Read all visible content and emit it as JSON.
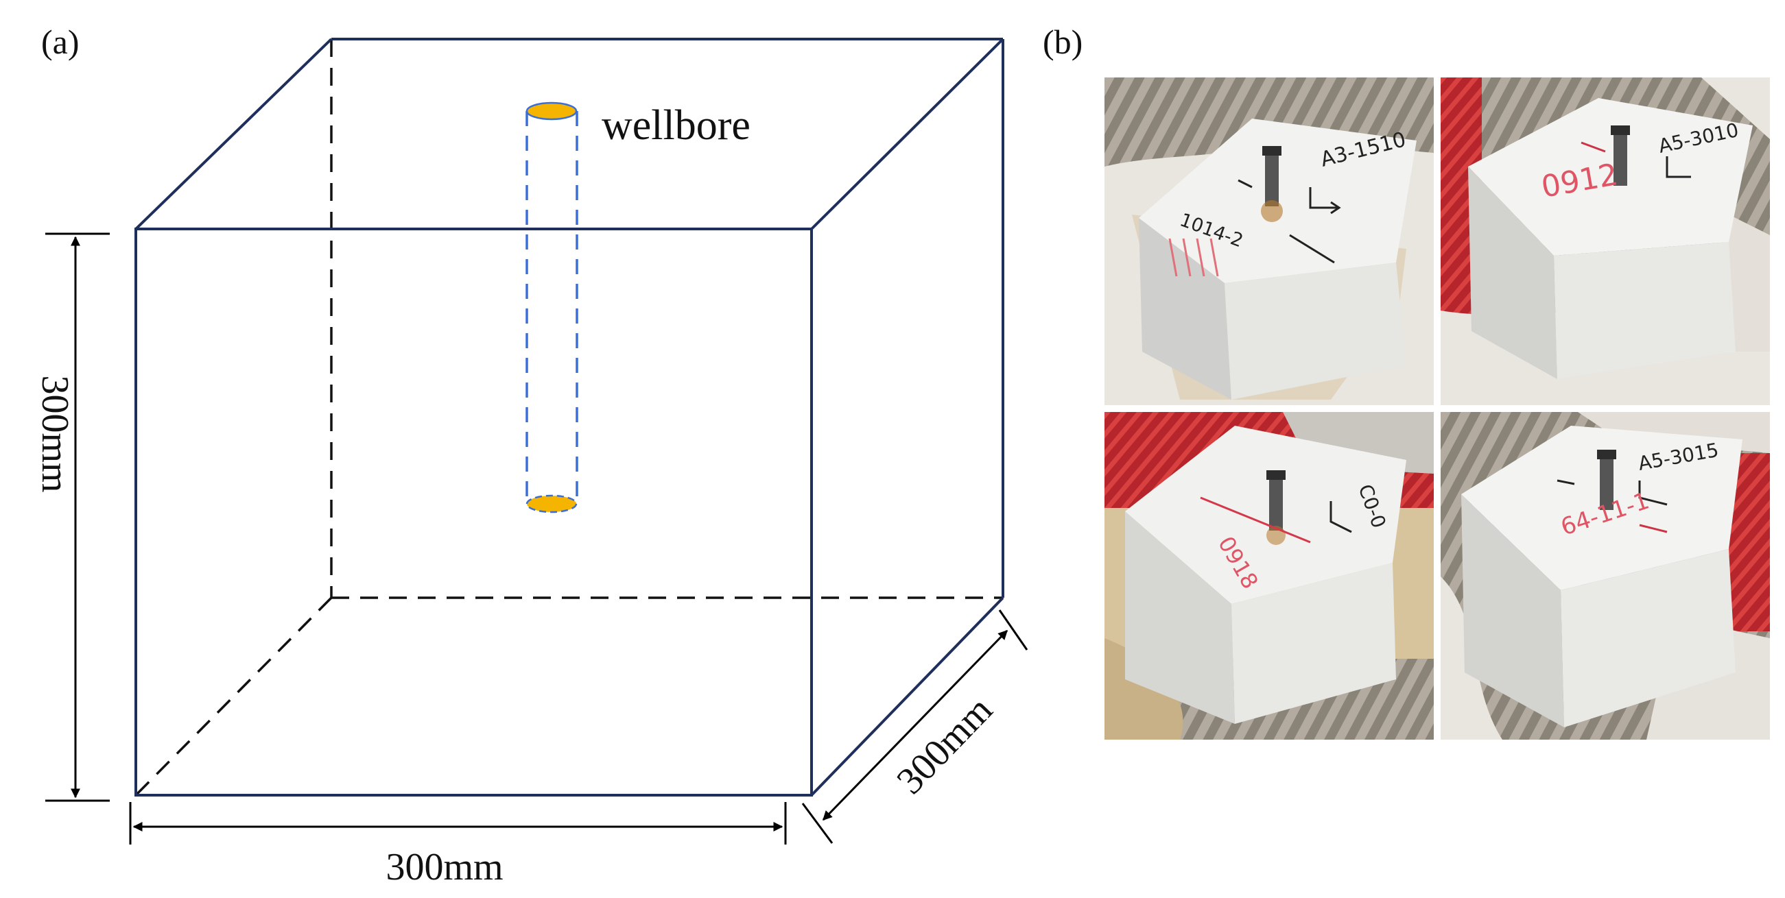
{
  "panel_a": {
    "label": "(a)",
    "wellbore_label": "wellbore",
    "height_label": "300mm",
    "width_label": "300mm",
    "depth_label": "300mm",
    "colors": {
      "box_edge": "#1f2f5c",
      "hidden_edge": "#111111",
      "wellbore_dash": "#3b6fd6",
      "wellbore_fill": "#f4b400"
    }
  },
  "panel_b": {
    "label": "(b)",
    "photos": [
      {
        "name": "sample-top-left",
        "marks": [
          "A3-1510",
          "1014-2"
        ]
      },
      {
        "name": "sample-top-right",
        "marks": [
          "A5-3010",
          "0912"
        ]
      },
      {
        "name": "sample-bottom-left",
        "marks": [
          "C0-0",
          "0918"
        ]
      },
      {
        "name": "sample-bottom-right",
        "marks": [
          "A5-3015",
          "64-11-1"
        ]
      }
    ]
  }
}
